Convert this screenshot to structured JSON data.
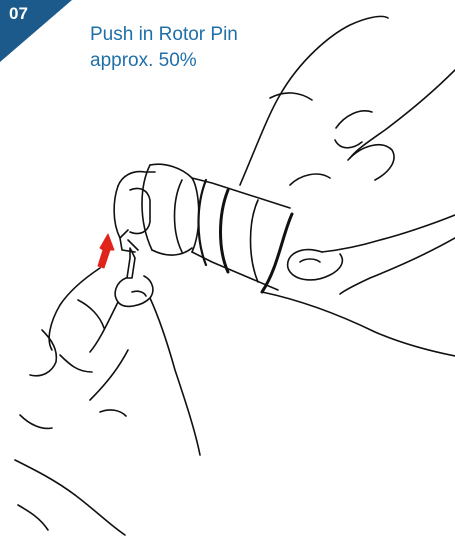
{
  "step": {
    "number": "07",
    "badge_color": "#1b5a8a"
  },
  "instruction": {
    "line1": "Push in Rotor Pin",
    "line2": "approx. 50%",
    "color": "#1f6fa8"
  },
  "illustration": {
    "arrow_color": "#e0241b",
    "line_color": "#111111"
  }
}
